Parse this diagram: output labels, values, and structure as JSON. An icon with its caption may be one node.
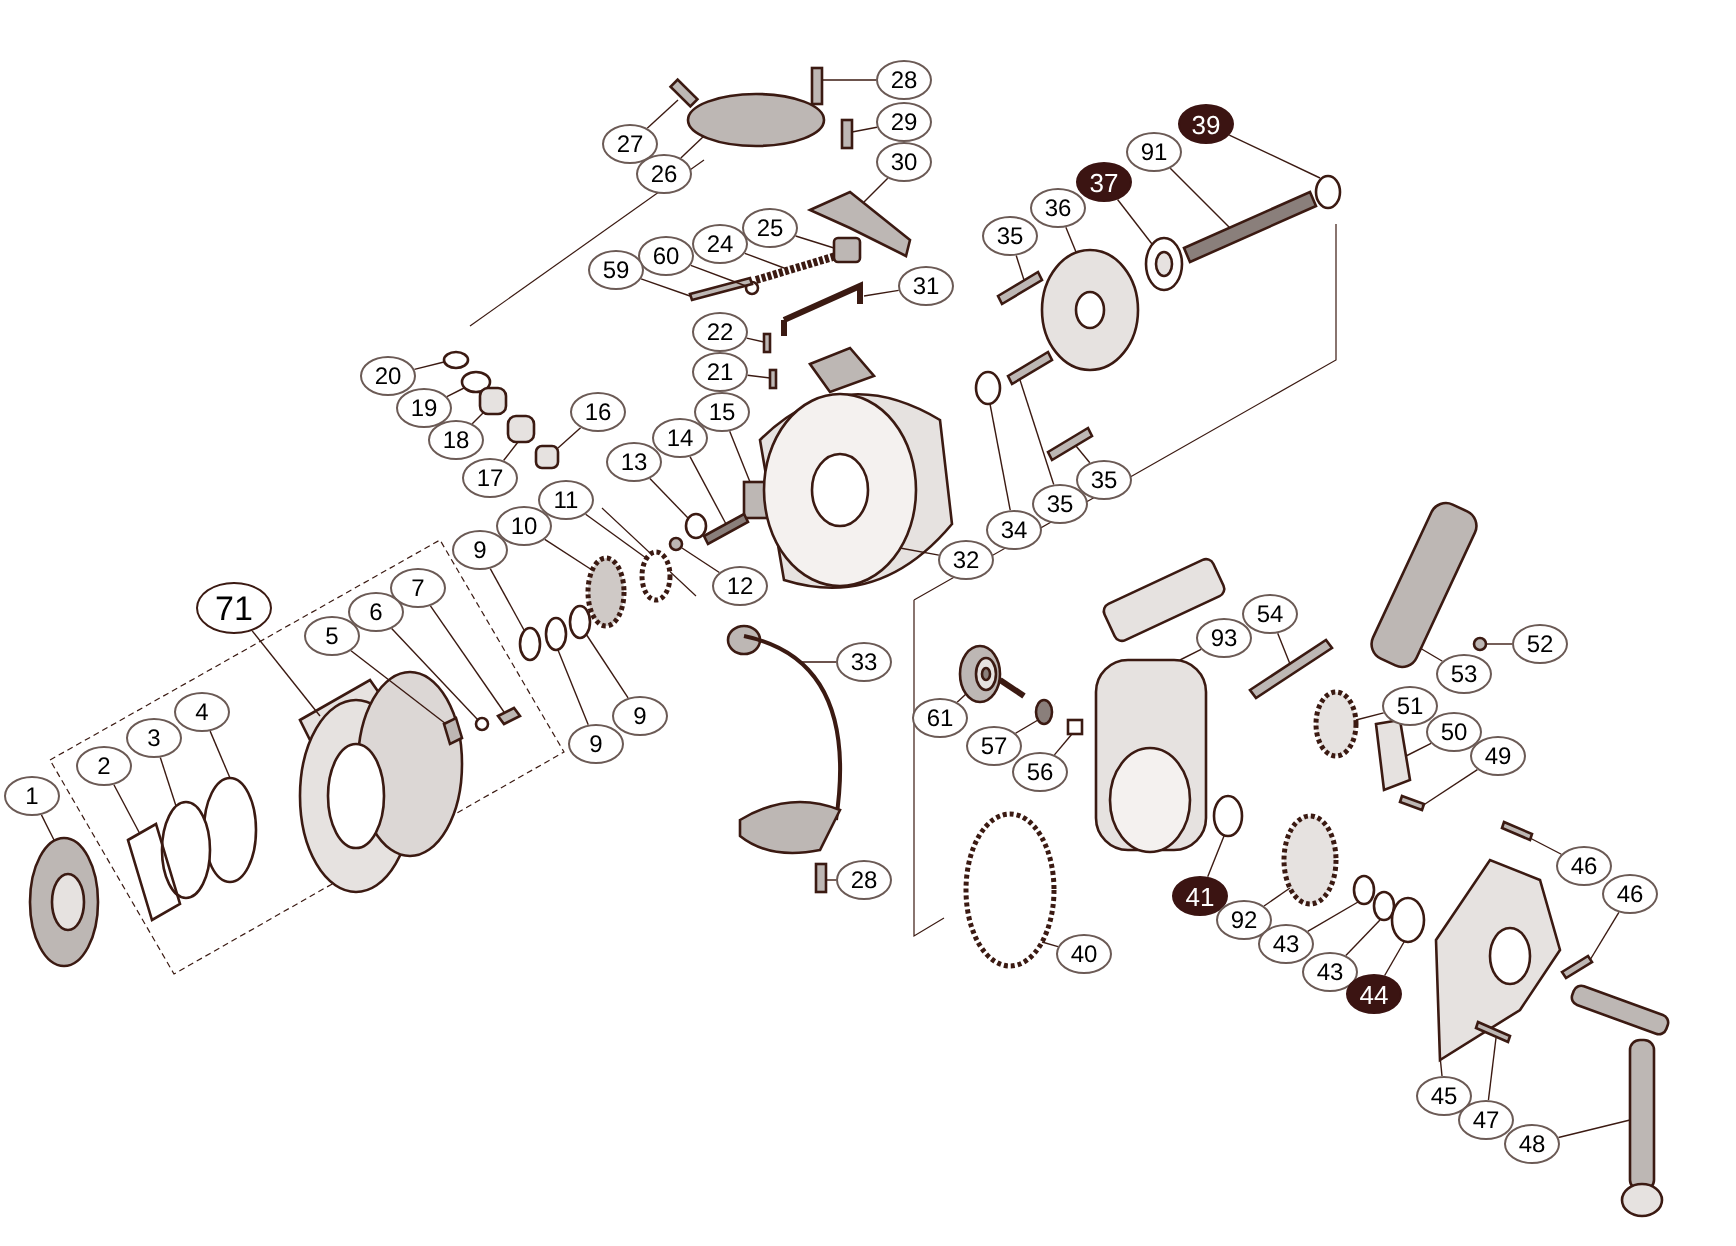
{
  "diagram": {
    "nodes": [
      {
        "text": [
          "28"
        ]
      },
      {
        "text": [
          "27"
        ]
      },
      {
        "text": [
          "29"
        ]
      },
      {
        "text": [
          "26"
        ]
      },
      {
        "text": [
          "30"
        ]
      },
      {
        "text": [
          "39"
        ]
      },
      {
        "text": [
          "91"
        ]
      },
      {
        "text": [
          "37"
        ]
      },
      {
        "text": [
          "36"
        ]
      },
      {
        "text": [
          "25"
        ]
      },
      {
        "text": [
          "35"
        ]
      },
      {
        "text": [
          "24"
        ]
      },
      {
        "text": [
          "60"
        ]
      },
      {
        "text": [
          "59"
        ]
      },
      {
        "text": [
          "31"
        ]
      },
      {
        "text": [
          "22"
        ]
      },
      {
        "text": [
          "21"
        ]
      },
      {
        "text": [
          "20"
        ]
      },
      {
        "text": [
          "19"
        ]
      },
      {
        "text": [
          "16"
        ]
      },
      {
        "text": [
          "15"
        ]
      },
      {
        "text": [
          "14"
        ]
      },
      {
        "text": [
          "18"
        ]
      },
      {
        "text": [
          "13"
        ]
      },
      {
        "text": [
          "17"
        ]
      },
      {
        "text": [
          "35"
        ]
      },
      {
        "text": [
          "11"
        ]
      },
      {
        "text": [
          "35"
        ]
      },
      {
        "text": [
          "10"
        ]
      },
      {
        "text": [
          "34"
        ]
      },
      {
        "text": [
          "9"
        ]
      },
      {
        "text": [
          "32"
        ]
      },
      {
        "text": [
          "12"
        ]
      },
      {
        "text": [
          "7"
        ]
      },
      {
        "text": [
          "71"
        ]
      },
      {
        "text": [
          "6"
        ]
      },
      {
        "text": [
          "54"
        ]
      },
      {
        "text": [
          "5"
        ]
      },
      {
        "text": [
          "93"
        ]
      },
      {
        "text": [
          "52"
        ]
      },
      {
        "text": [
          "33"
        ]
      },
      {
        "text": [
          "53"
        ]
      },
      {
        "text": [
          "51"
        ]
      },
      {
        "text": [
          "4"
        ]
      },
      {
        "text": [
          "9"
        ]
      },
      {
        "text": [
          "61"
        ]
      },
      {
        "text": [
          "50"
        ]
      },
      {
        "text": [
          "3"
        ]
      },
      {
        "text": [
          "9"
        ]
      },
      {
        "text": [
          "57"
        ]
      },
      {
        "text": [
          "49"
        ]
      },
      {
        "text": [
          "2"
        ]
      },
      {
        "text": [
          "56"
        ]
      },
      {
        "text": [
          "1"
        ]
      },
      {
        "text": [
          "46"
        ]
      },
      {
        "text": [
          "28"
        ]
      },
      {
        "text": [
          "46"
        ]
      },
      {
        "text": [
          "41"
        ]
      },
      {
        "text": [
          "92"
        ]
      },
      {
        "text": [
          "43"
        ]
      },
      {
        "text": [
          "40"
        ]
      },
      {
        "text": [
          "43"
        ]
      },
      {
        "text": [
          "44"
        ]
      },
      {
        "text": [
          "45"
        ]
      },
      {
        "text": [
          "47"
        ]
      },
      {
        "text": [
          "48"
        ]
      },
      {
        "text": [],
        "shape": "box"
      },
      {
        "text": [],
        "shape": "box"
      },
      {
        "text": [],
        "shape": "box"
      },
      {
        "text": [],
        "shape": "circle"
      },
      {
        "text": [],
        "shape": "bar"
      },
      {
        "text": [],
        "shape": "circle"
      },
      {
        "text": [],
        "shape": "bar"
      },
      {
        "text": [],
        "shape": "picture"
      },
      {
        "text": [],
        "shape": "picture"
      },
      {
        "text": [],
        "shape": "box"
      },
      {
        "text": [],
        "shape": "bar"
      },
      {
        "text": [],
        "shape": "picture"
      },
      {
        "text": [],
        "shape": "circle"
      },
      {
        "text": [],
        "shape": "bar"
      },
      {
        "text": [],
        "shape": "picture"
      },
      {
        "text": [],
        "shape": "box"
      },
      {
        "text": [],
        "shape": "box"
      },
      {
        "text": [],
        "shape": "circle"
      },
      {
        "text": [],
        "shape": "circle"
      },
      {
        "text": [],
        "shape": "box"
      },
      {
        "text": [],
        "shape": "box"
      },
      {
        "text": [],
        "shape": "bar"
      },
      {
        "text": [],
        "shape": "box"
      },
      {
        "text": [],
        "shape": "circle"
      },
      {
        "text": [],
        "shape": "box"
      },
      {
        "text": [],
        "shape": "bar"
      },
      {
        "text": [],
        "shape": "circle"
      },
      {
        "text": [],
        "shape": "bar"
      },
      {
        "text": [],
        "shape": "circle"
      },
      {
        "text": [],
        "shape": "circle"
      },
      {
        "text": [],
        "shape": "circle"
      },
      {
        "text": [],
        "shape": "picture"
      },
      {
        "text": [],
        "shape": "circle"
      },
      {
        "text": [],
        "shape": "bar"
      },
      {
        "text": [],
        "shape": "picture"
      },
      {
        "text": [],
        "shape": "circle"
      },
      {
        "text": [],
        "shape": "bar"
      },
      {
        "text": [],
        "shape": "bar"
      },
      {
        "text": [],
        "shape": "picture"
      },
      {
        "text": [],
        "shape": "circle"
      },
      {
        "text": [],
        "shape": "picture"
      },
      {
        "text": [],
        "shape": "box"
      },
      {
        "text": [],
        "shape": "circle"
      },
      {
        "text": [],
        "shape": "circle"
      },
      {
        "text": [],
        "shape": "circle"
      },
      {
        "text": [],
        "shape": "picture"
      },
      {
        "text": [],
        "shape": "bar"
      },
      {
        "text": [],
        "shape": "circle"
      },
      {
        "text": [],
        "shape": "circle"
      },
      {
        "text": [],
        "shape": "circle"
      },
      {
        "text": [],
        "shape": "bar"
      },
      {
        "text": [],
        "shape": "picture"
      },
      {
        "text": [],
        "shape": "box"
      },
      {
        "text": [],
        "shape": "picture"
      },
      {
        "text": [],
        "shape": "bar"
      },
      {
        "text": [],
        "shape": "box"
      },
      {
        "text": [],
        "shape": "bar"
      },
      {
        "text": [],
        "shape": "circle"
      },
      {
        "text": [],
        "shape": "circle"
      },
      {
        "text": [],
        "shape": "circle"
      },
      {
        "text": [],
        "shape": "circle"
      },
      {
        "text": [],
        "shape": "circle"
      },
      {
        "text": [],
        "shape": "circle"
      },
      {
        "text": [],
        "shape": "picture"
      },
      {
        "text": [],
        "shape": "bar"
      },
      {
        "text": [],
        "shape": "picture"
      }
    ],
    "edges": [
      {
        "from": 0,
        "to": 66,
        "arrow": "none"
      },
      {
        "from": 1,
        "to": 67,
        "arrow": "none"
      },
      {
        "from": 2,
        "to": 68,
        "arrow": "none"
      },
      {
        "from": 3,
        "to": 69,
        "arrow": "none"
      },
      {
        "from": 4,
        "to": 70,
        "arrow": "none"
      },
      {
        "from": 5,
        "to": 71,
        "arrow": "none"
      },
      {
        "from": 6,
        "to": 72,
        "arrow": "none"
      },
      {
        "from": 7,
        "to": 73,
        "arrow": "none"
      },
      {
        "from": 8,
        "to": 74,
        "arrow": "none"
      },
      {
        "from": 9,
        "to": 75,
        "arrow": "none"
      },
      {
        "from": 10,
        "to": 76,
        "arrow": "none"
      },
      {
        "from": 11,
        "to": 77,
        "arrow": "none"
      },
      {
        "from": 12,
        "to": 78,
        "arrow": "none"
      },
      {
        "from": 13,
        "to": 79,
        "arrow": "none"
      },
      {
        "from": 14,
        "to": 80,
        "arrow": "none"
      },
      {
        "from": 15,
        "to": 81,
        "arrow": "none"
      },
      {
        "from": 16,
        "to": 82,
        "arrow": "none"
      },
      {
        "from": 17,
        "to": 83,
        "arrow": "none"
      },
      {
        "from": 18,
        "to": 84,
        "arrow": "none"
      },
      {
        "from": 19,
        "to": 85,
        "arrow": "none"
      },
      {
        "from": 20,
        "to": 86,
        "arrow": "none"
      },
      {
        "from": 21,
        "to": 87,
        "arrow": "none"
      },
      {
        "from": 22,
        "to": 88,
        "arrow": "none"
      },
      {
        "from": 23,
        "to": 89,
        "arrow": "none"
      },
      {
        "from": 24,
        "to": 90,
        "arrow": "none"
      },
      {
        "from": 25,
        "to": 91,
        "arrow": "none"
      },
      {
        "from": 26,
        "to": 92,
        "arrow": "none"
      },
      {
        "from": 27,
        "to": 93,
        "arrow": "none"
      },
      {
        "from": 28,
        "to": 94,
        "arrow": "none"
      },
      {
        "from": 29,
        "to": 95,
        "arrow": "none"
      },
      {
        "from": 30,
        "to": 96,
        "arrow": "none"
      },
      {
        "from": 31,
        "to": 97,
        "arrow": "none"
      },
      {
        "from": 32,
        "to": 98,
        "arrow": "none"
      },
      {
        "from": 33,
        "to": 99,
        "arrow": "none"
      },
      {
        "from": 34,
        "to": 100,
        "arrow": "none"
      },
      {
        "from": 35,
        "to": 101,
        "arrow": "none"
      },
      {
        "from": 36,
        "to": 102,
        "arrow": "none"
      },
      {
        "from": 37,
        "to": 103,
        "arrow": "none"
      },
      {
        "from": 38,
        "to": 104,
        "arrow": "none"
      },
      {
        "from": 39,
        "to": 105,
        "arrow": "none"
      },
      {
        "from": 40,
        "to": 106,
        "arrow": "none"
      },
      {
        "from": 41,
        "to": 107,
        "arrow": "none"
      },
      {
        "from": 42,
        "to": 108,
        "arrow": "none"
      },
      {
        "from": 43,
        "to": 109,
        "arrow": "none"
      },
      {
        "from": 44,
        "to": 110,
        "arrow": "none"
      },
      {
        "from": 45,
        "to": 111,
        "arrow": "none"
      },
      {
        "from": 46,
        "to": 112,
        "arrow": "none"
      },
      {
        "from": 47,
        "to": 113,
        "arrow": "none"
      },
      {
        "from": 48,
        "to": 114,
        "arrow": "none"
      },
      {
        "from": 49,
        "to": 115,
        "arrow": "none"
      },
      {
        "from": 50,
        "to": 116,
        "arrow": "none"
      },
      {
        "from": 51,
        "to": 117,
        "arrow": "none"
      },
      {
        "from": 52,
        "to": 118,
        "arrow": "none"
      },
      {
        "from": 53,
        "to": 119,
        "arrow": "none"
      },
      {
        "from": 54,
        "to": 120,
        "arrow": "none"
      },
      {
        "from": 55,
        "to": 121,
        "arrow": "none"
      },
      {
        "from": 56,
        "to": 122,
        "arrow": "none"
      },
      {
        "from": 57,
        "to": 123,
        "arrow": "none"
      },
      {
        "from": 58,
        "to": 124,
        "arrow": "none"
      },
      {
        "from": 59,
        "to": 125,
        "arrow": "none"
      },
      {
        "from": 60,
        "to": 126,
        "arrow": "none"
      },
      {
        "from": 61,
        "to": 127,
        "arrow": "none"
      },
      {
        "from": 62,
        "to": 128,
        "arrow": "none"
      },
      {
        "from": 63,
        "to": 129,
        "arrow": "none"
      },
      {
        "from": 64,
        "to": 130,
        "arrow": "none"
      },
      {
        "from": 65,
        "to": 131,
        "arrow": "none"
      }
    ]
  }
}
